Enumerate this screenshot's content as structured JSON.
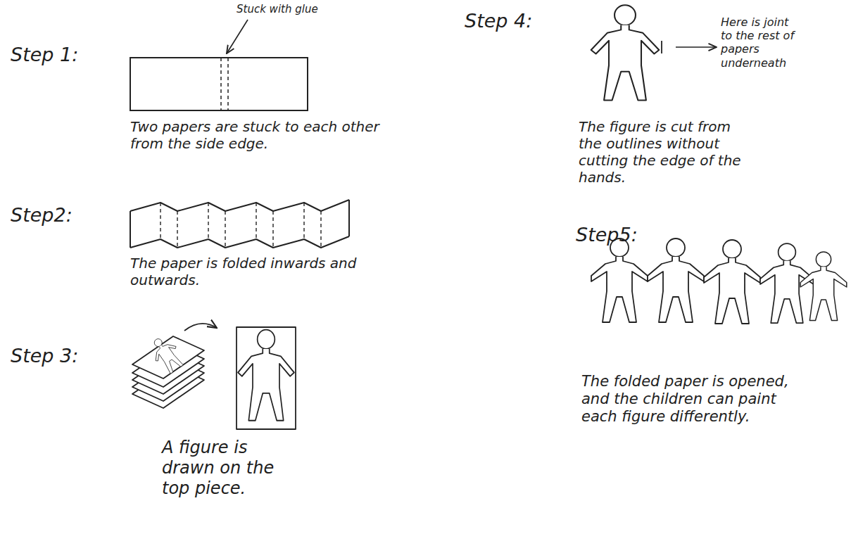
{
  "diagram": {
    "labels": [
      "Step 1:",
      "Stuck with glue",
      "Two papers are stuck to each other from the side edge.",
      "Step2:",
      "The paper is folded inwards and outwards.",
      "Step 3:",
      "A figure is drawn on the top piece.",
      "Step 4:",
      "Here is joint to the rest of papers underneath",
      "The figure is cut from the outlines without cutting the edge of the hands.",
      "Step5:",
      "The folded paper is opened, and the children can paint each figure differently."
    ]
  }
}
